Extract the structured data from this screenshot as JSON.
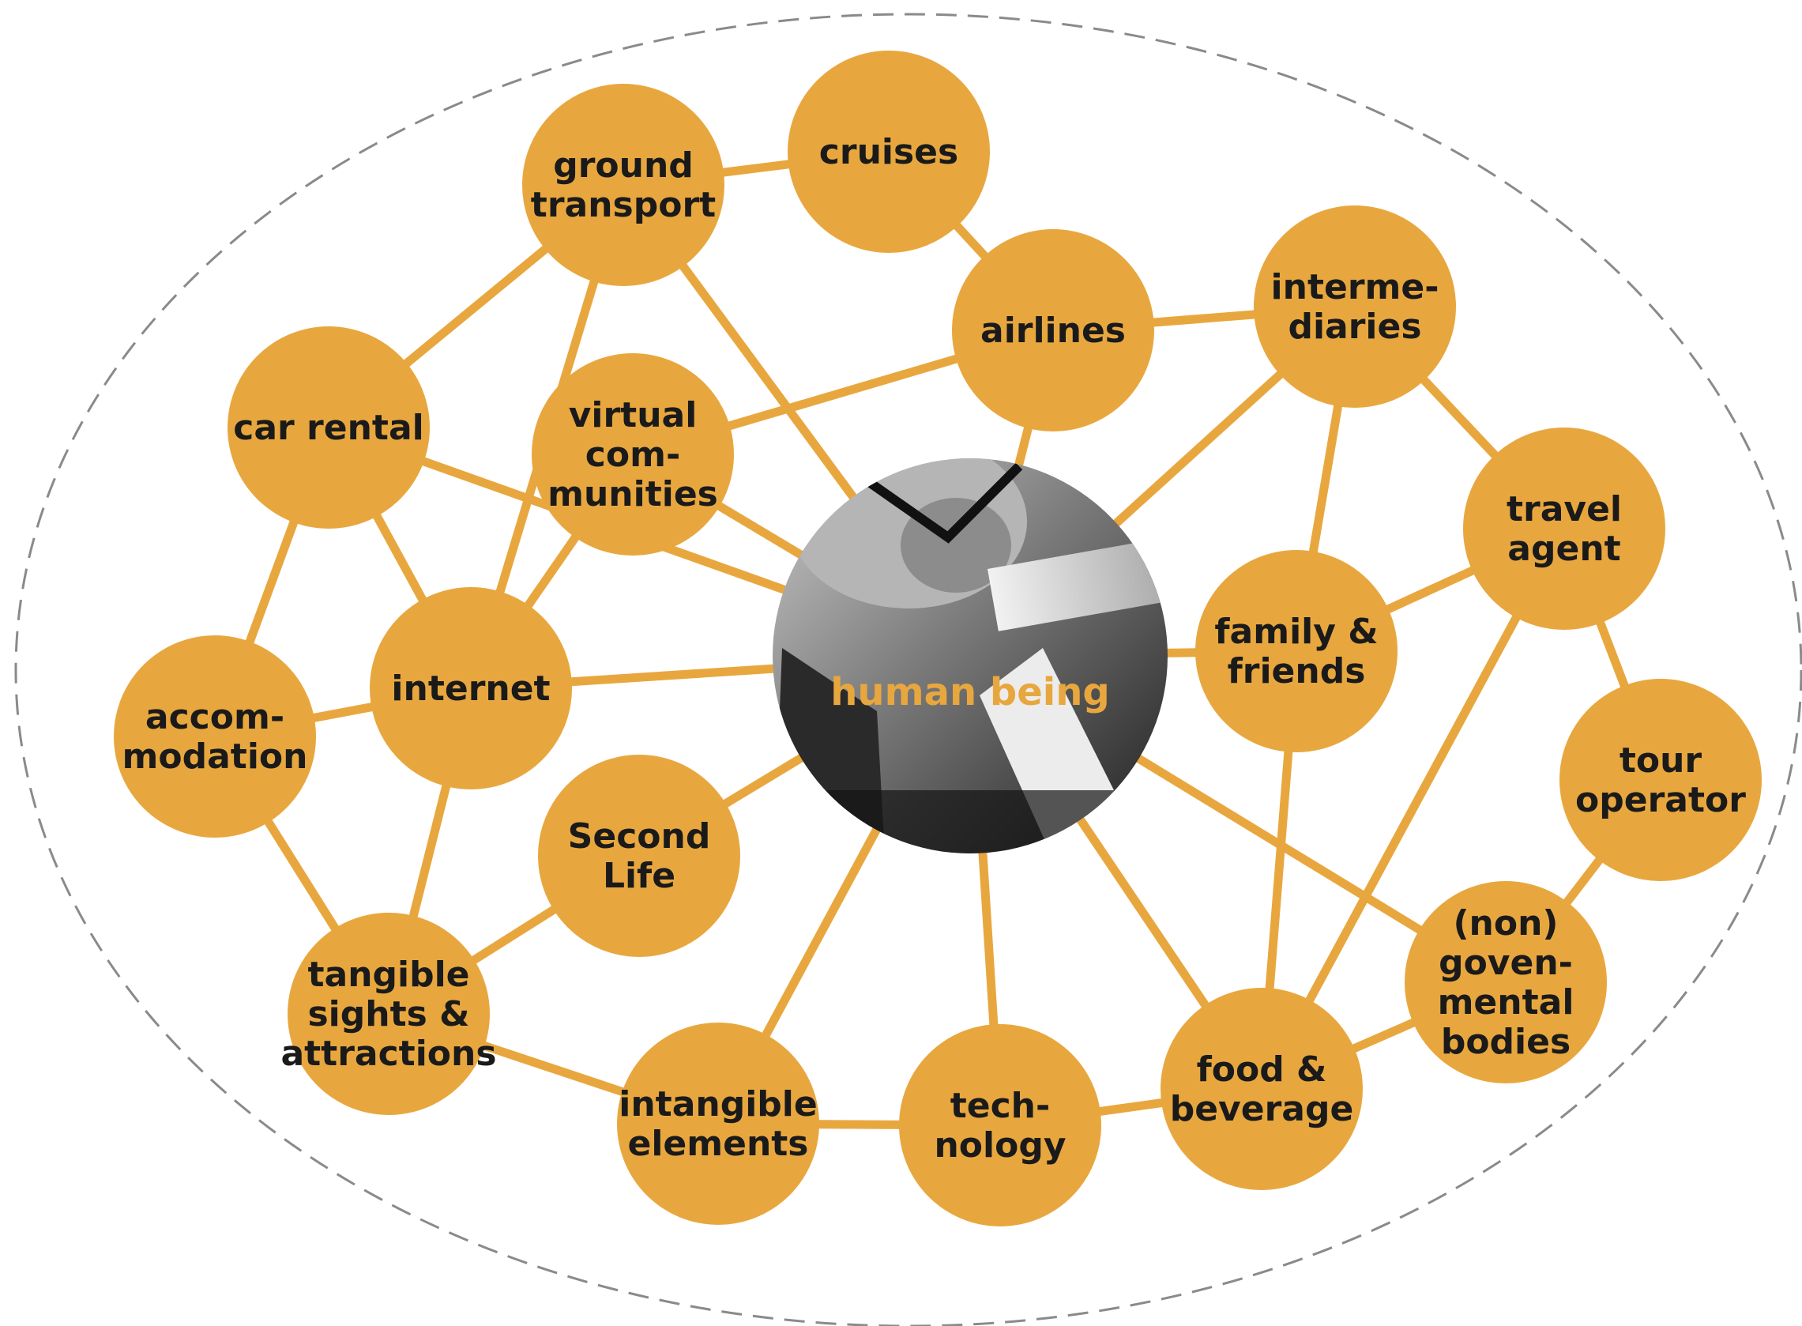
{
  "diagram": {
    "center": {
      "id": "human",
      "label": "human being"
    },
    "nodes": [
      {
        "id": "cruises",
        "lines": [
          "cruises"
        ]
      },
      {
        "id": "ground",
        "lines": [
          "ground",
          "transport"
        ]
      },
      {
        "id": "airlines",
        "lines": [
          "airlines"
        ]
      },
      {
        "id": "intermediaries",
        "lines": [
          "interme-",
          "diaries"
        ]
      },
      {
        "id": "car",
        "lines": [
          "car rental"
        ]
      },
      {
        "id": "virtual",
        "lines": [
          "virtual",
          "com-",
          "munities"
        ]
      },
      {
        "id": "travel",
        "lines": [
          "travel",
          "agent"
        ]
      },
      {
        "id": "family",
        "lines": [
          "family &",
          "friends"
        ]
      },
      {
        "id": "accom",
        "lines": [
          "accom-",
          "modation"
        ]
      },
      {
        "id": "internet",
        "lines": [
          "internet"
        ]
      },
      {
        "id": "tour",
        "lines": [
          "tour",
          "operator"
        ]
      },
      {
        "id": "second",
        "lines": [
          "Second",
          "Life"
        ]
      },
      {
        "id": "ngo",
        "lines": [
          "(non)",
          "goven-",
          "mental",
          "bodies"
        ]
      },
      {
        "id": "tangible",
        "lines": [
          "tangible",
          "sights &",
          "attractions"
        ]
      },
      {
        "id": "intangible",
        "lines": [
          "intangible",
          "elements"
        ]
      },
      {
        "id": "tech",
        "lines": [
          "tech-",
          "nology"
        ]
      },
      {
        "id": "food",
        "lines": [
          "food &",
          "beverage"
        ]
      }
    ],
    "edges": [
      [
        "ground",
        "cruises"
      ],
      [
        "cruises",
        "airlines"
      ],
      [
        "ground",
        "car"
      ],
      [
        "ground",
        "internet"
      ],
      [
        "ground",
        "human"
      ],
      [
        "airlines",
        "intermediaries"
      ],
      [
        "airlines",
        "virtual"
      ],
      [
        "airlines",
        "human"
      ],
      [
        "intermediaries",
        "family"
      ],
      [
        "intermediaries",
        "travel"
      ],
      [
        "intermediaries",
        "human"
      ],
      [
        "car",
        "accom"
      ],
      [
        "car",
        "internet"
      ],
      [
        "car",
        "human"
      ],
      [
        "virtual",
        "internet"
      ],
      [
        "virtual",
        "human"
      ],
      [
        "travel",
        "family"
      ],
      [
        "travel",
        "tour"
      ],
      [
        "travel",
        "food"
      ],
      [
        "family",
        "human"
      ],
      [
        "family",
        "food"
      ],
      [
        "accom",
        "internet"
      ],
      [
        "accom",
        "tangible"
      ],
      [
        "internet",
        "human"
      ],
      [
        "internet",
        "tangible"
      ],
      [
        "tour",
        "ngo"
      ],
      [
        "second",
        "human"
      ],
      [
        "second",
        "tangible"
      ],
      [
        "ngo",
        "human"
      ],
      [
        "ngo",
        "food"
      ],
      [
        "tangible",
        "intangible"
      ],
      [
        "intangible",
        "human"
      ],
      [
        "intangible",
        "tech"
      ],
      [
        "tech",
        "human"
      ],
      [
        "tech",
        "food"
      ],
      [
        "food",
        "human"
      ]
    ]
  }
}
